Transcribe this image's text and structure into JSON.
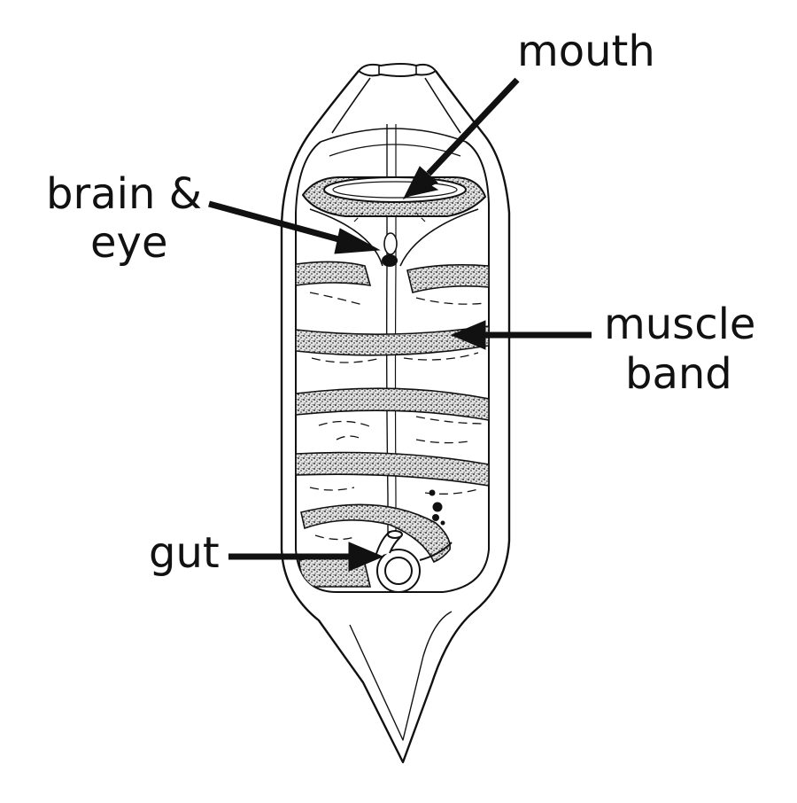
{
  "labels": {
    "mouth": "mouth",
    "brain_line1": "brain &",
    "brain_line2": "eye",
    "muscle_line1": "muscle",
    "muscle_line2": "band",
    "gut": "gut"
  },
  "colors": {
    "ink": "#111111",
    "background": "#ffffff",
    "band_fill": "#9a9a9a"
  }
}
